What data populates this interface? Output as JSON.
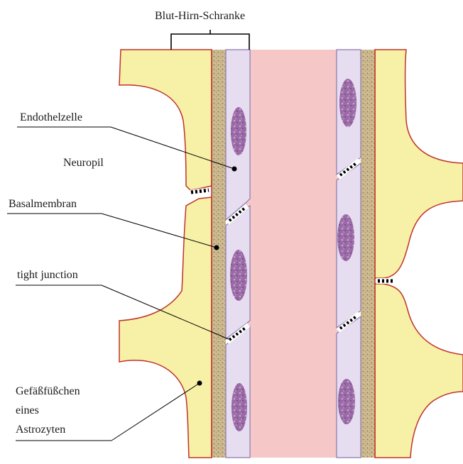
{
  "labels": {
    "blut_hirn_schranke": "Blut-Hirn-Schranke",
    "endothelzelle": "Endothelzelle",
    "neuropil": "Neuropil",
    "basalmembran": "Basalmembran",
    "tight_junction": "tight junction",
    "gefaessfuesschen_line1": "Gefäßfüßchen",
    "gefaessfuesschen_line2": "eines",
    "gefaessfuesschen_line3": "Astrozyten"
  },
  "colors": {
    "astrocyte_fill": "#f7f1a8",
    "astrocyte_outline": "#c0322a",
    "basal_membrane": "#c8b48a",
    "endothelial_fill": "#e6ddf0",
    "endothelial_outline": "#8a7ab0",
    "nucleus": "#9a6aa6",
    "lumen": "#f5c7c6",
    "label_line": "#000000"
  }
}
